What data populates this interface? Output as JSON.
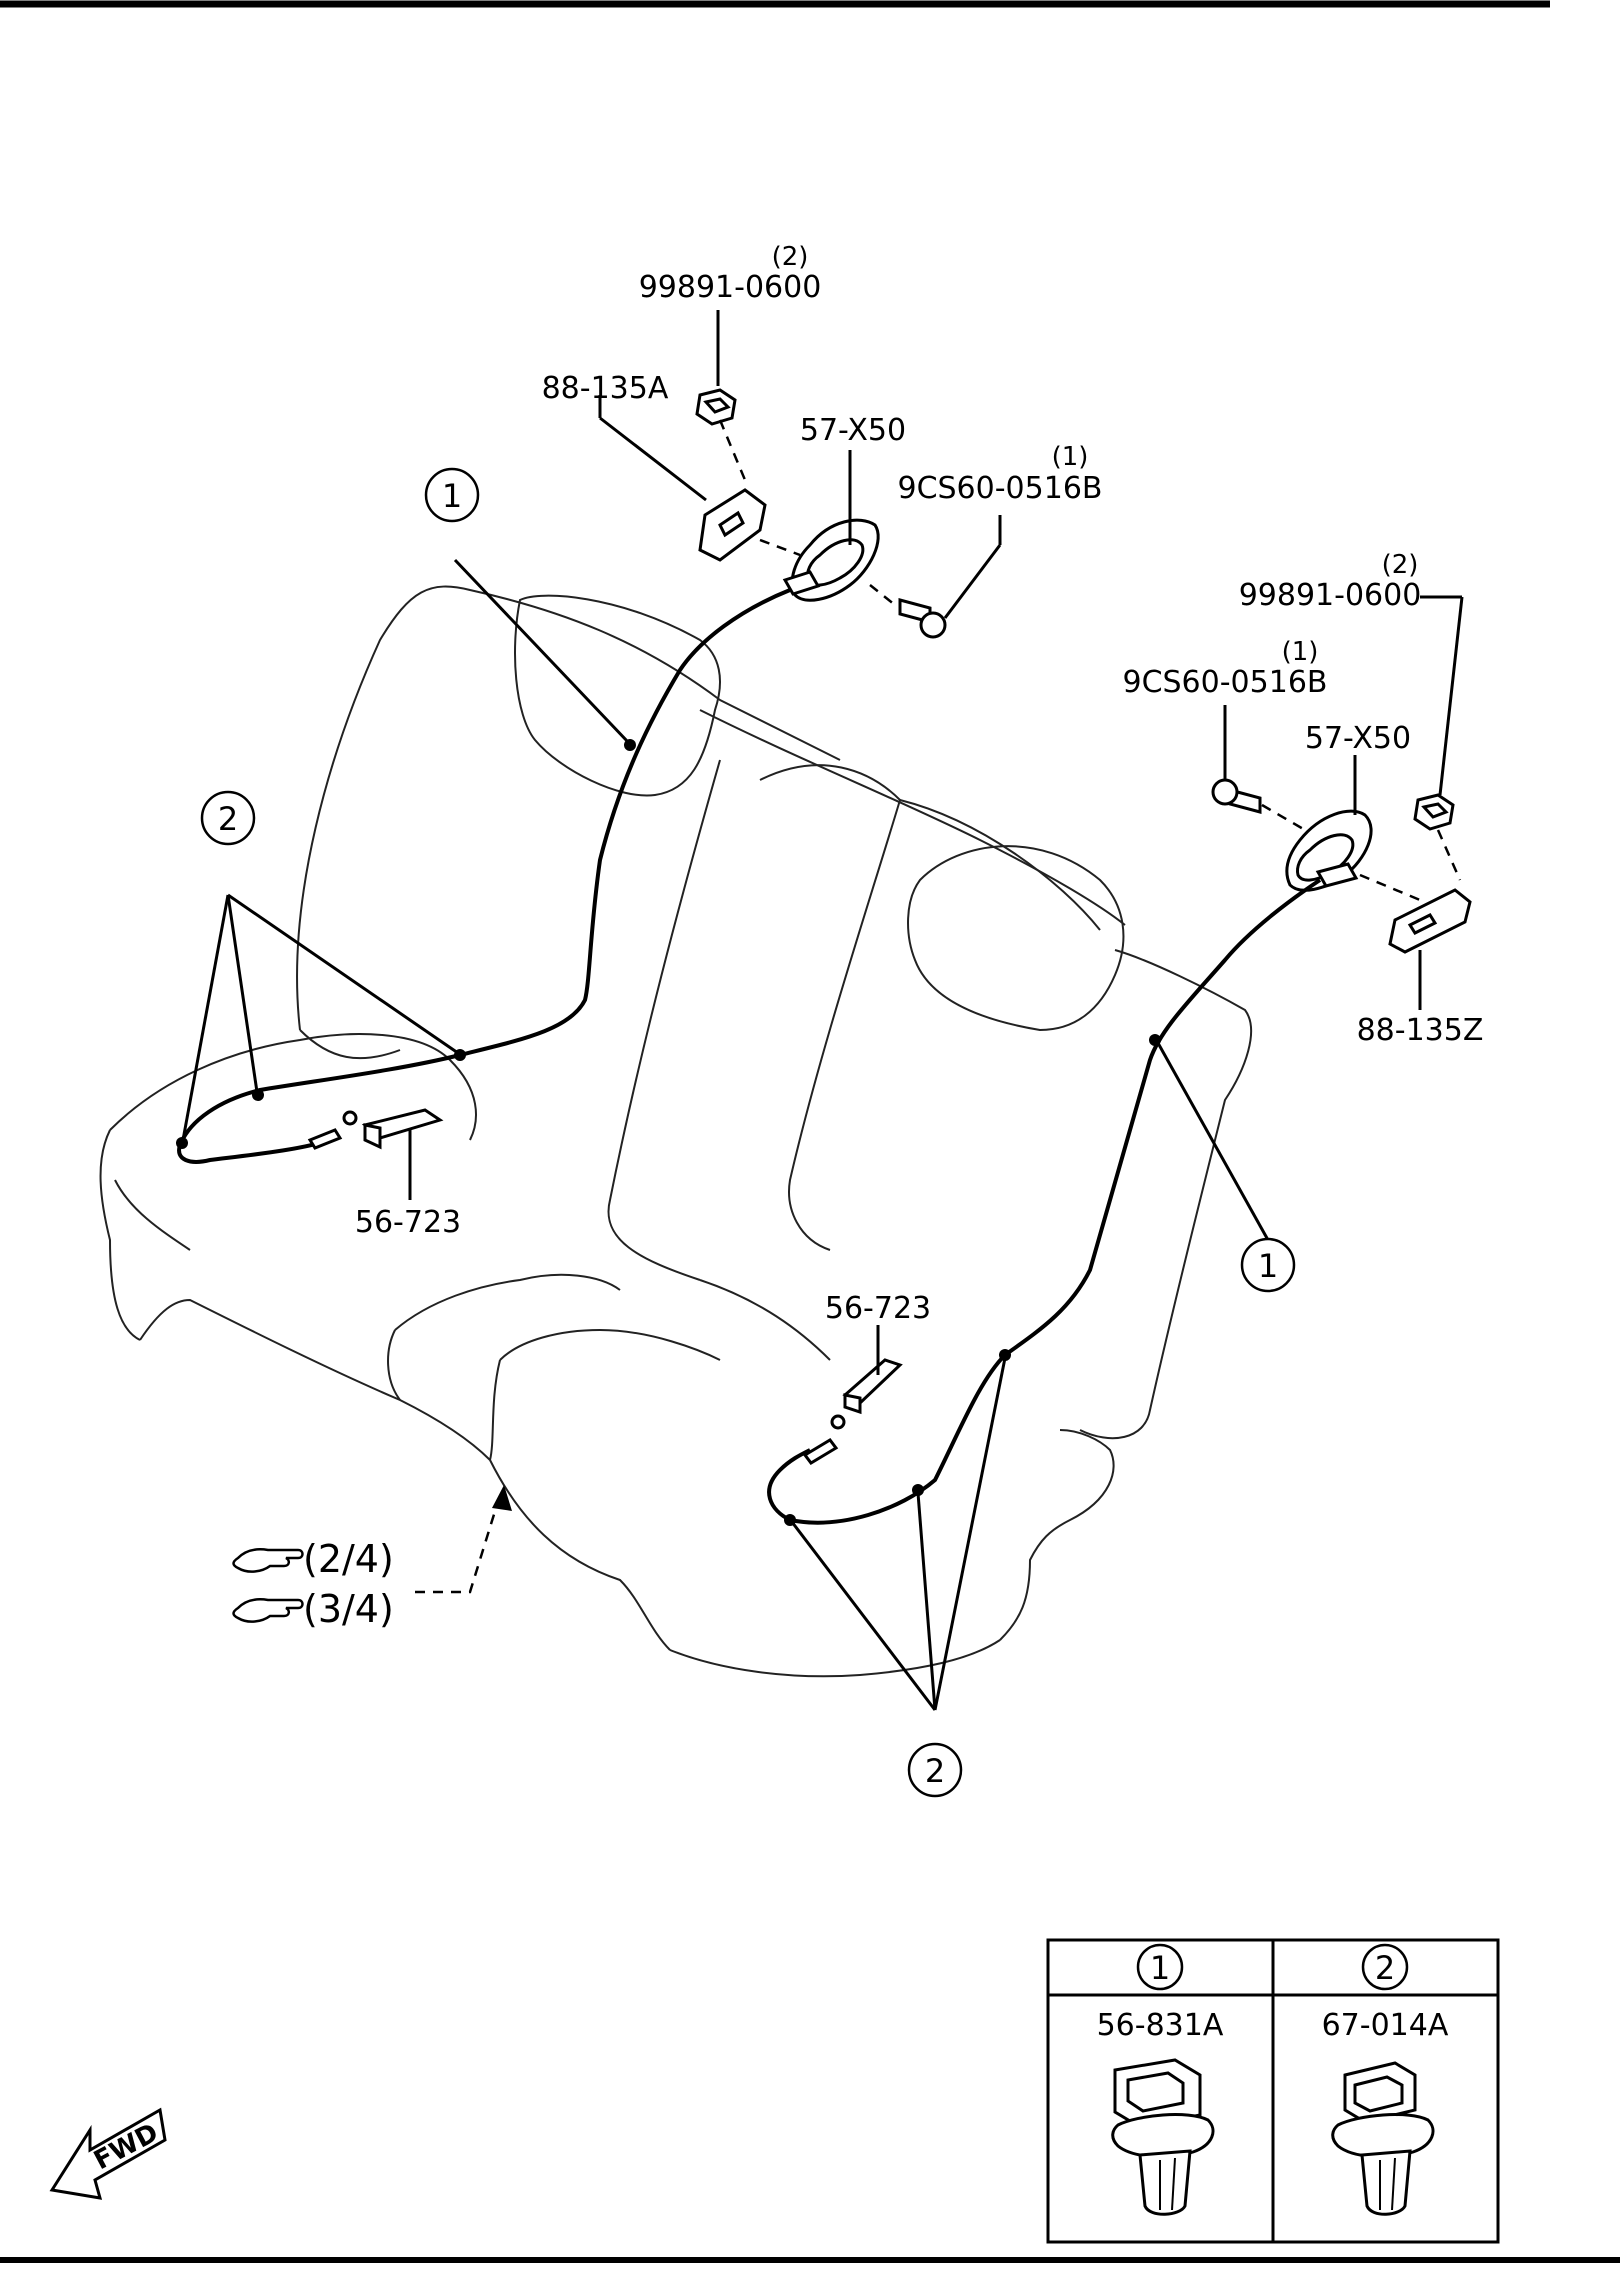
{
  "diagram": {
    "labels": {
      "nut_qty_top": "(2)",
      "nut_top": "99891-0600",
      "bracket_left": "88-135A",
      "handle_left": "57-X50",
      "screw_qty_top": "(1)",
      "screw_top": "9CS60-0516B",
      "nut_qty_right": "(2)",
      "nut_right": "99891-0600",
      "screw_qty_right": "(1)",
      "screw_right": "9CS60-0516B",
      "handle_right": "57-X50",
      "bracket_right": "88-135Z",
      "cable_end_left": "56-723",
      "cable_end_right": "56-723",
      "callout_1": "1",
      "callout_2": "2",
      "ref_a": "(2/4)",
      "ref_b": "(3/4)",
      "fwd": "FWD"
    },
    "legend": {
      "col1_number": "1",
      "col1_part": "56-831A",
      "col2_number": "2",
      "col2_part": "67-014A"
    }
  }
}
